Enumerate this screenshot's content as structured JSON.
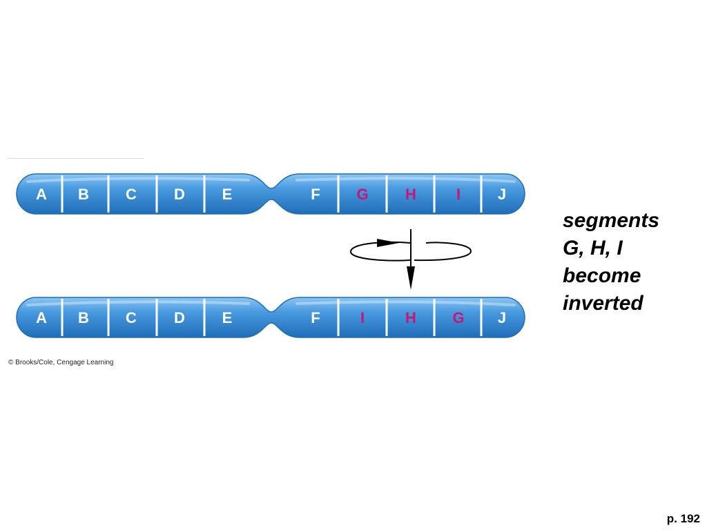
{
  "colors": {
    "chromosome_fill": "#4a9be0",
    "chromosome_light": "#8cc6f2",
    "chromosome_dark": "#1f6db8",
    "divider": "#ffffff",
    "label_normal": "#ffffff",
    "label_inverted": "#cc1478",
    "arrow": "#000000"
  },
  "chromosome_original": {
    "segments": [
      {
        "label": "A",
        "highlight": false
      },
      {
        "label": "B",
        "highlight": false
      },
      {
        "label": "C",
        "highlight": false
      },
      {
        "label": "D",
        "highlight": false
      },
      {
        "label": "E",
        "highlight": false
      },
      {
        "label": "F",
        "highlight": false
      },
      {
        "label": "G",
        "highlight": true
      },
      {
        "label": "H",
        "highlight": true
      },
      {
        "label": "I",
        "highlight": true
      },
      {
        "label": "J",
        "highlight": false
      }
    ]
  },
  "chromosome_inverted": {
    "segments": [
      {
        "label": "A",
        "highlight": false
      },
      {
        "label": "B",
        "highlight": false
      },
      {
        "label": "C",
        "highlight": false
      },
      {
        "label": "D",
        "highlight": false
      },
      {
        "label": "E",
        "highlight": false
      },
      {
        "label": "F",
        "highlight": false
      },
      {
        "label": "I",
        "highlight": true
      },
      {
        "label": "H",
        "highlight": true
      },
      {
        "label": "G",
        "highlight": true
      },
      {
        "label": "J",
        "highlight": false
      }
    ]
  },
  "caption": {
    "lines": [
      "segments",
      "G, H, I",
      "become",
      "inverted"
    ]
  },
  "credit": "© Brooks/Cole, Cengage Learning",
  "page_number": "p. 192",
  "icons": {
    "rotation_arrow": "rotation-arrow-icon"
  }
}
